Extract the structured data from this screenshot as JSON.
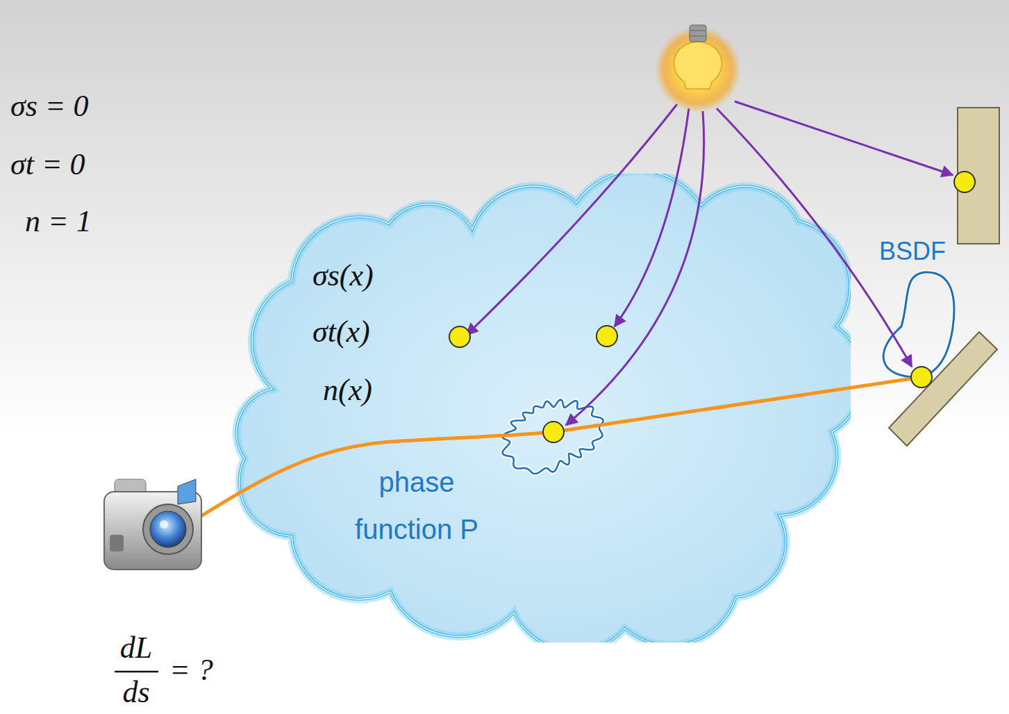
{
  "diagram": {
    "nodes": [
      {
        "text": [
          "σs(x)",
          "σt(x)",
          "n(x)",
          "phase function P"
        ]
      }
    ],
    "labels": [
      "σs = 0",
      "σt = 0",
      "n = 1",
      "BSDF",
      "dL",
      "ds",
      "= ?"
    ]
  }
}
